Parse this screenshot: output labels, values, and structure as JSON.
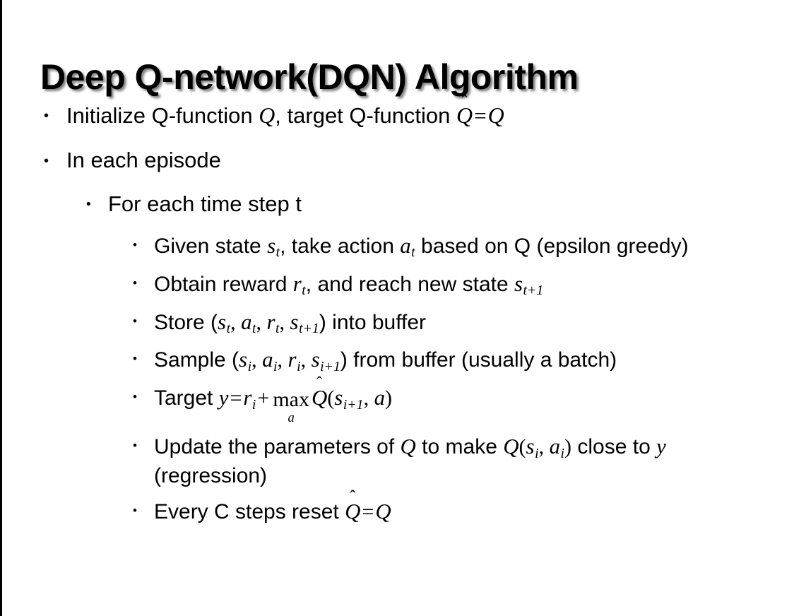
{
  "slide": {
    "title": "Deep Q-network(DQN) Algorithm",
    "background_color": "#ffffff",
    "text_color": "#000000",
    "left_rule_color": "#000000",
    "bullet_glyph": "•"
  },
  "content": {
    "level1": [
      {
        "id": "initialize",
        "plain_text": "Initialize Q-function Q, target Q-function Q̂ = Q",
        "parts": {
          "a": "Initialize Q-function ",
          "var_q1": "Q",
          "b": ", target Q-function ",
          "var_qhat": "Q",
          "hat": "̂",
          "eq": "=",
          "var_q2": "Q"
        }
      },
      {
        "id": "in-each-episode",
        "plain_text": "In each episode",
        "parts": {
          "a": "In each episode"
        }
      }
    ],
    "level2": [
      {
        "id": "for-each-time-step",
        "plain_text": "For each time step t",
        "parts": {
          "a": "For each time step t"
        }
      }
    ],
    "level3": [
      {
        "id": "given-state",
        "plain_text": "Given state s_t, take action a_t based on Q (epsilon greedy)",
        "parts": {
          "a": "Given state ",
          "var_s": "s",
          "sub_t1": "t",
          "b": ", take action ",
          "var_a": "a",
          "sub_t2": "t",
          "c": " based on Q (epsilon greedy)"
        }
      },
      {
        "id": "obtain-reward",
        "plain_text": "Obtain reward r_t, and reach new state s_{t+1}",
        "parts": {
          "a": "Obtain reward ",
          "var_r": "r",
          "sub_t": "t",
          "b": ", and reach new state ",
          "var_s": "s",
          "sub_t1": "t+1"
        }
      },
      {
        "id": "store",
        "plain_text": "Store (s_t, a_t, r_t, s_{t+1}) into buffer",
        "parts": {
          "a": "Store (",
          "var_s1": "s",
          "sub_1": "t",
          "sep1": ", ",
          "var_a": "a",
          "sub_2": "t",
          "sep2": ", ",
          "var_r": "r",
          "sub_3": "t",
          "sep3": ", ",
          "var_s2": "s",
          "sub_4": "t+1",
          "b": ") into buffer"
        }
      },
      {
        "id": "sample",
        "plain_text": "Sample (s_i, a_i, r_i, s_{i+1}) from buffer (usually a batch)",
        "parts": {
          "a": "Sample (",
          "var_s1": "s",
          "sub_1": "i",
          "sep1": ", ",
          "var_a": "a",
          "sub_2": "i",
          "sep2": ", ",
          "var_r": "r",
          "sub_3": "i",
          "sep3": ", ",
          "var_s2": "s",
          "sub_4": "i+1",
          "b": ") from buffer (usually a batch)"
        }
      },
      {
        "id": "target",
        "plain_text": "Target y = r_i + max_a Q̂(s_{i+1}, a)",
        "parts": {
          "a": "Target ",
          "var_y": "y",
          "eq": "=",
          "var_r": "r",
          "sub_i": "i",
          "plus": "+",
          "max_base": "max",
          "max_sub": "a",
          "var_qhat": "Q",
          "hat": "̂",
          "paren_open": "(",
          "var_s": "s",
          "sub_s": "i+1",
          "sep": ", ",
          "var_a": "a",
          "paren_close": ")"
        }
      },
      {
        "id": "update-parameters",
        "plain_text": "Update the parameters of Q to make Q(s_i, a_i) close to y (regression)",
        "parts": {
          "a": "Update the parameters of ",
          "var_q1": "Q",
          "b": " to make ",
          "var_q2": "Q",
          "paren_open": "(",
          "var_s": "s",
          "sub_s": "i",
          "sep": ", ",
          "var_a": "a",
          "sub_a": "i",
          "paren_close": ")",
          "c": " close to ",
          "var_y": "y",
          "d": " (regression)"
        }
      },
      {
        "id": "every-c-steps",
        "plain_text": "Every C steps reset Q̂ = Q",
        "parts": {
          "a": "Every C steps reset ",
          "var_qhat": "Q",
          "hat": "̂",
          "eq": "=",
          "var_q": "Q"
        }
      }
    ]
  }
}
